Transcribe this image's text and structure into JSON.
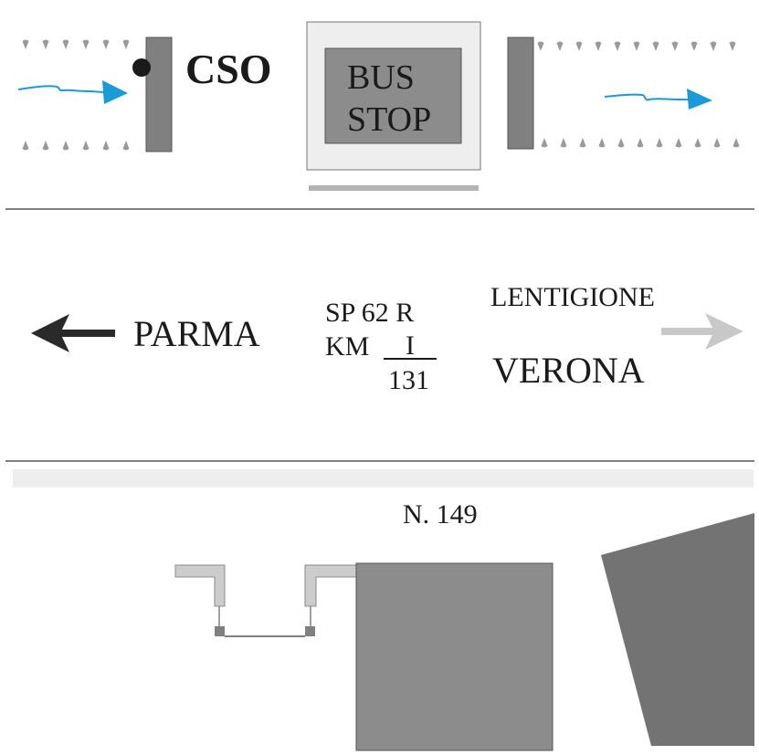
{
  "top_section": {
    "cso_label": "CSO",
    "bus_stop_line1": "BUS",
    "bus_stop_line2": "STOP",
    "colors": {
      "flow_arrow": "#1a9ad6",
      "pillar": "#808080",
      "shelter_outer": "#eeeeee",
      "shelter_inner": "#8c8c8c",
      "drop": "#9a9a9a"
    }
  },
  "road_sign": {
    "left_destination": "PARMA",
    "road_code": "SP 62 R",
    "km_label": "KM",
    "km_numerator": "I",
    "km_denominator": "131",
    "right_destination_1": "LENTIGIONE",
    "right_destination_2": "VERONA",
    "colors": {
      "left_arrow": "#2a2a2a",
      "right_arrow": "#c8c8c8"
    }
  },
  "bottom_section": {
    "house_number": "N. 149",
    "colors": {
      "band": "#eeeeee",
      "building": "#8c8c8c",
      "building_tilted": "#737373",
      "gate": "#cccccc"
    }
  }
}
